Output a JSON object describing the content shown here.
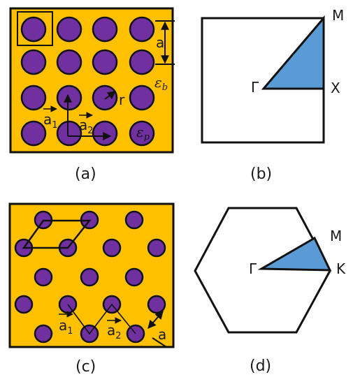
{
  "colors": {
    "background_medium": "#FFC000",
    "rod": "#7030A0",
    "brillouin_zone": "#5B9BD5",
    "outline": "#111111"
  },
  "panel_a": {
    "caption": "(a)",
    "lattice_constant_label": "a",
    "eps_background": "ε",
    "eps_background_sub": "b",
    "eps_rod": "ε",
    "eps_rod_sub": "p",
    "radius_label": "r",
    "vec1": "a",
    "vec1_sub": "1",
    "vec2": "a",
    "vec2_sub": "2"
  },
  "panel_b": {
    "caption": "(b)",
    "point_gamma": "Γ",
    "point_x": "X",
    "point_m": "M"
  },
  "panel_c": {
    "caption": "(c)",
    "lattice_constant_label": "a",
    "vec1": "a",
    "vec1_sub": "1",
    "vec2": "a",
    "vec2_sub": "2"
  },
  "panel_d": {
    "caption": "(d)",
    "point_gamma": "Γ",
    "point_m": "M",
    "point_k": "K"
  }
}
